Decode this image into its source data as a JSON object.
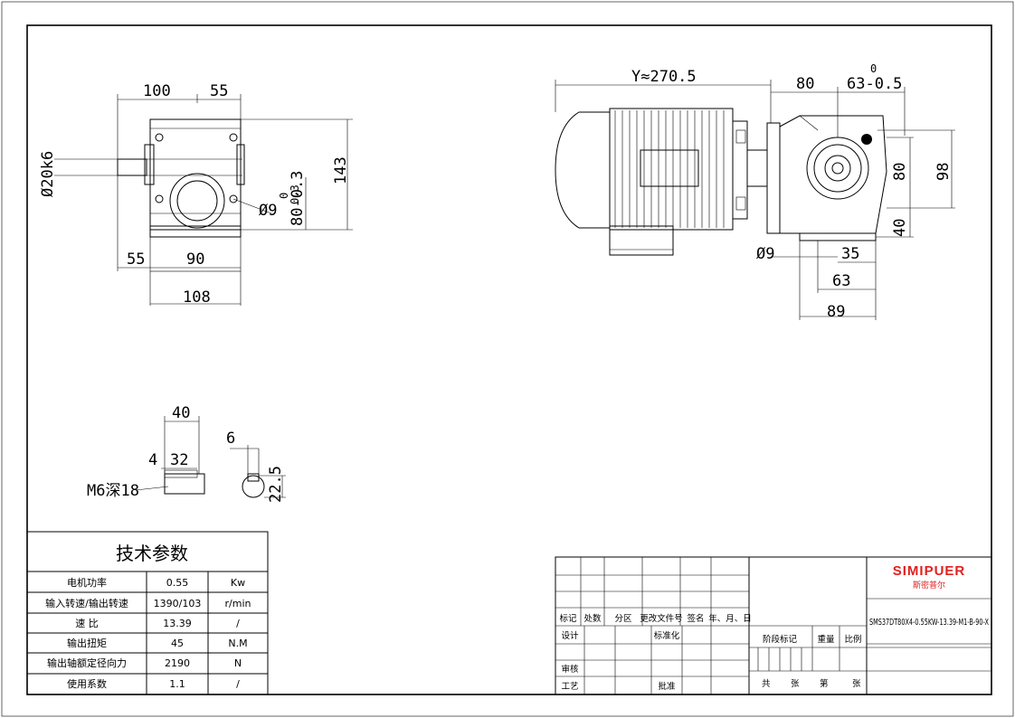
{
  "dims_left": {
    "d100": "100",
    "d55_top": "55",
    "d143": "143",
    "d20k6": "Ø20k6",
    "d9": "Ø9",
    "d9_tol_hi": "0",
    "d9_tol_lo": "0.3",
    "d80": "80-0.3",
    "d55_bot": "55",
    "d90": "90",
    "d108": "108"
  },
  "dims_right": {
    "y_len": "Y≈270.5",
    "d80_top": "80",
    "d63": "63-0.5",
    "d63_tol_hi": "0",
    "d80_side": "80",
    "d98": "98",
    "d40": "40",
    "d9": "Ø9",
    "d35": "35",
    "d63_bot": "63",
    "d89": "89"
  },
  "dims_shaft": {
    "d40": "40",
    "d4": "4",
    "d32": "32",
    "m6": "M6深18",
    "d6": "6",
    "d22_5": "22.5"
  },
  "tech_params": {
    "title": "技术参数",
    "rows": [
      {
        "label": "电机功率",
        "value": "0.55",
        "unit": "Kw"
      },
      {
        "label": "输入转速/输出转速",
        "value": "1390/103",
        "unit": "r/min"
      },
      {
        "label": "速  比",
        "value": "13.39",
        "unit": "/"
      },
      {
        "label": "输出扭矩",
        "value": "45",
        "unit": "N.M"
      },
      {
        "label": "输出轴额定径向力",
        "value": "2190",
        "unit": "N"
      },
      {
        "label": "使用系数",
        "value": "1.1",
        "unit": "/"
      }
    ]
  },
  "title_block": {
    "headers": [
      "标记",
      "处数",
      "分区",
      "更改文件号",
      "签名",
      "年、月、日"
    ],
    "design": "设计",
    "standard": "标准化",
    "review": "审核",
    "process": "工艺",
    "approve": "批准",
    "stage_mark": "阶段标记",
    "weight": "重量",
    "scale": "比例",
    "total": "共",
    "sheet": "张",
    "number": "第",
    "sheet2": "张",
    "brand": "SIMIPUER",
    "brand_cn": "斯密普尔",
    "model": "SMS37DT80X4-0.55KW-13.39-M1-B-90-X"
  }
}
